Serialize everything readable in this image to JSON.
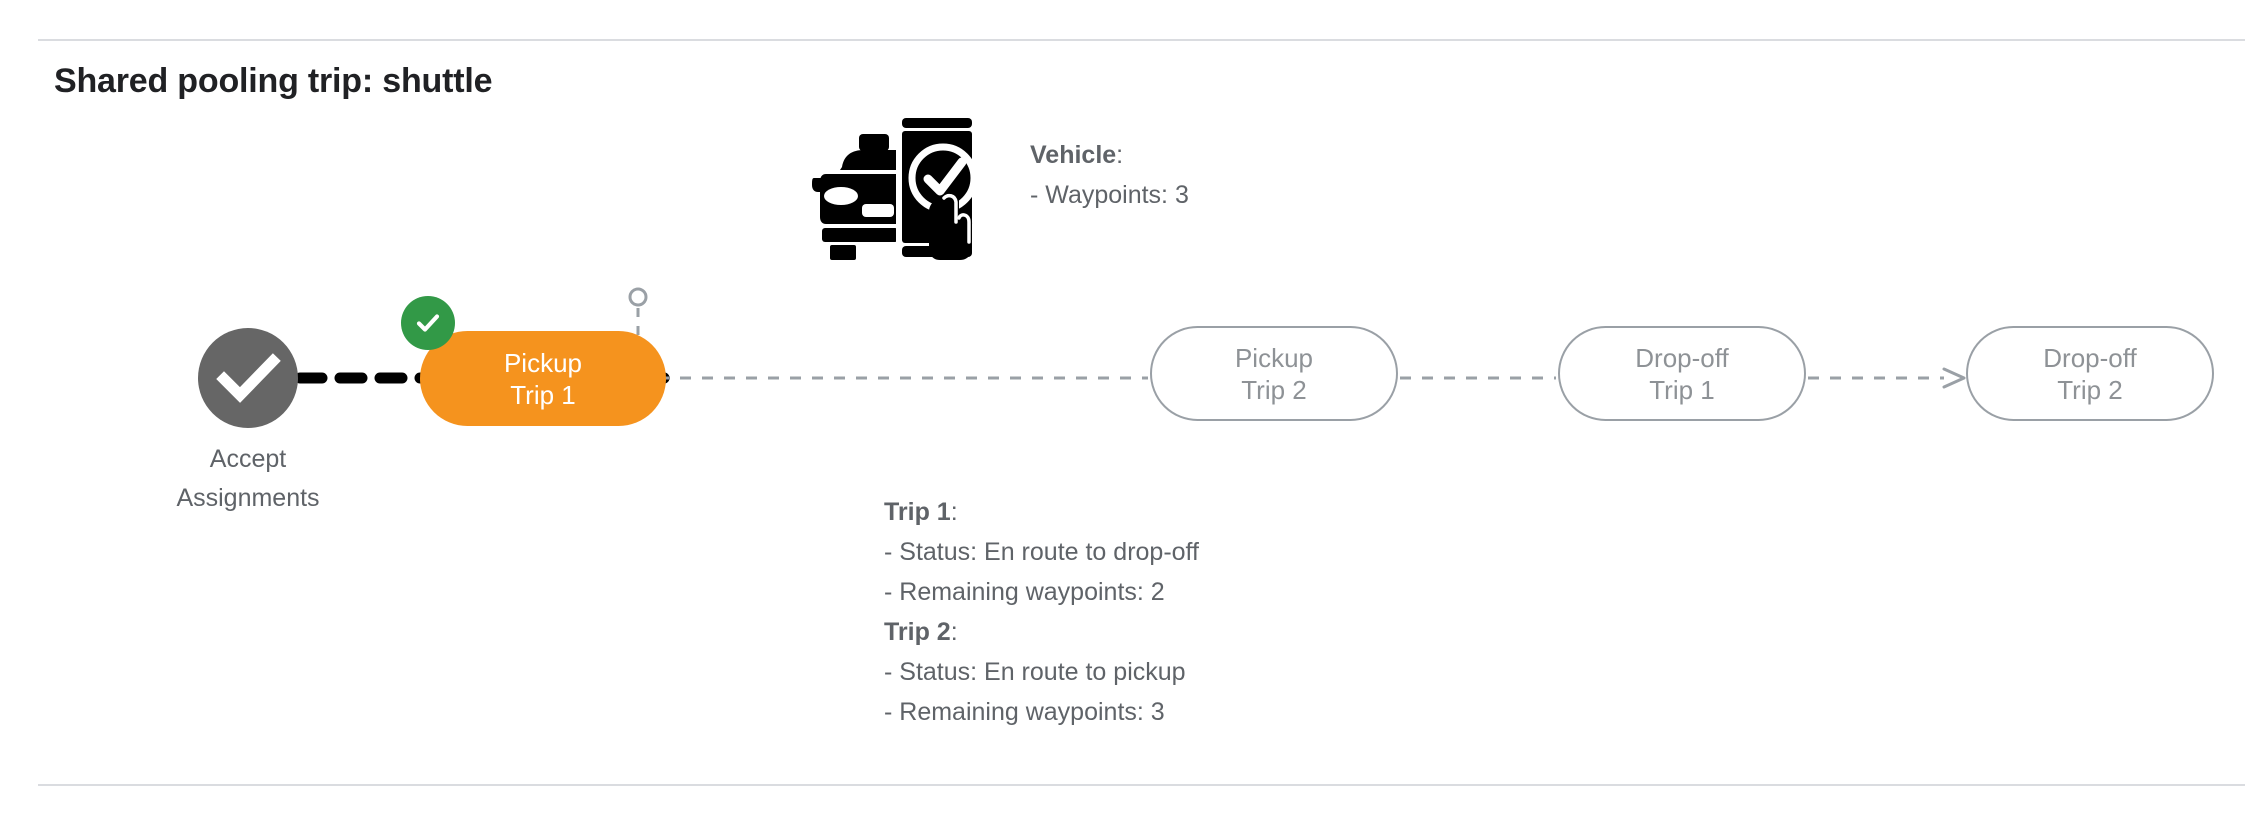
{
  "page": {
    "title": "Shared pooling trip: shuttle",
    "background": "#ffffff"
  },
  "colors": {
    "accent_orange": "#f5931e",
    "success_green": "#329947",
    "node_gray": "#666666",
    "text_gray": "#5f6368",
    "outline_gray": "#9aa0a6",
    "divider_gray": "#dadce0"
  },
  "flow": {
    "start_node": {
      "icon": "check-circle-icon",
      "label_line_1": "Accept",
      "label_line_2": "Assignments",
      "state": "completed"
    },
    "steps": [
      {
        "id": "pickup-trip-1",
        "line1": "Pickup",
        "line2": "Trip 1",
        "state": "completed",
        "badge": "check-icon"
      },
      {
        "id": "pickup-trip-2",
        "line1": "Pickup",
        "line2": "Trip 2",
        "state": "upcoming"
      },
      {
        "id": "dropoff-trip-1",
        "line1": "Drop-off",
        "line2": "Trip 1",
        "state": "upcoming"
      },
      {
        "id": "dropoff-trip-2",
        "line1": "Drop-off",
        "line2": "Trip 2",
        "state": "upcoming"
      }
    ]
  },
  "vehicle": {
    "icon": "vehicle-phone-check-icon",
    "heading": "Vehicle",
    "heading_colon": ":",
    "waypoints_label": "- Waypoints: 3"
  },
  "trips": [
    {
      "heading": "Trip 1",
      "heading_colon": ":",
      "status": "- Status:  En route to drop-off",
      "remaining": "- Remaining waypoints: 2"
    },
    {
      "heading": "Trip 2",
      "heading_colon": ":",
      "status": "- Status:  En route to pickup",
      "remaining": "- Remaining waypoints: 3"
    }
  ]
}
